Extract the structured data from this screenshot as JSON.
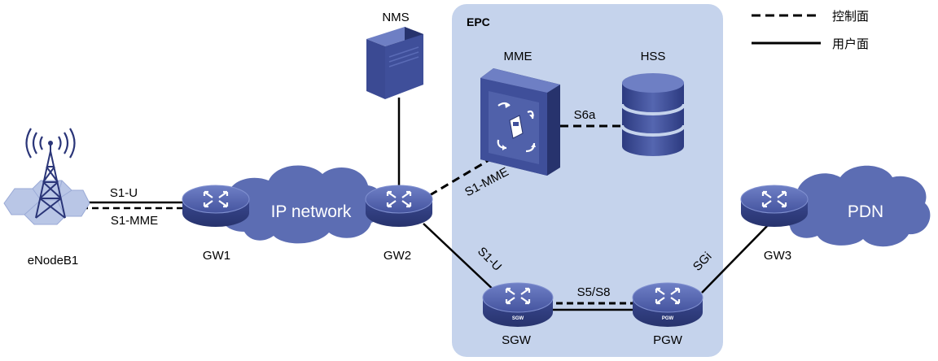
{
  "epc": {
    "label": "EPC"
  },
  "legend": {
    "control_plane": "控制面",
    "user_plane": "用户面"
  },
  "nodes": {
    "enodeb": "eNodeB1",
    "gw1": "GW1",
    "gw2": "GW2",
    "gw3": "GW3",
    "nms": "NMS",
    "mme": "MME",
    "hss": "HSS",
    "sgw": "SGW",
    "pgw": "PGW",
    "sgw_badge": "SGW",
    "pgw_badge": "PGW"
  },
  "clouds": {
    "ip_network": "IP network",
    "pdn": "PDN"
  },
  "links": {
    "s1u_left": "S1-U",
    "s1mme_left": "S1-MME",
    "s1mme_diag": "S1-MME",
    "s6a": "S6a",
    "s1u_diag": "S1-U",
    "s5s8": "S5/S8",
    "sgi": "SGi"
  },
  "colors": {
    "epc_bg": "#c5d3ec",
    "device_blue": "#3f4f9a",
    "cloud_blue": "#5c6db3",
    "line": "#000000"
  }
}
